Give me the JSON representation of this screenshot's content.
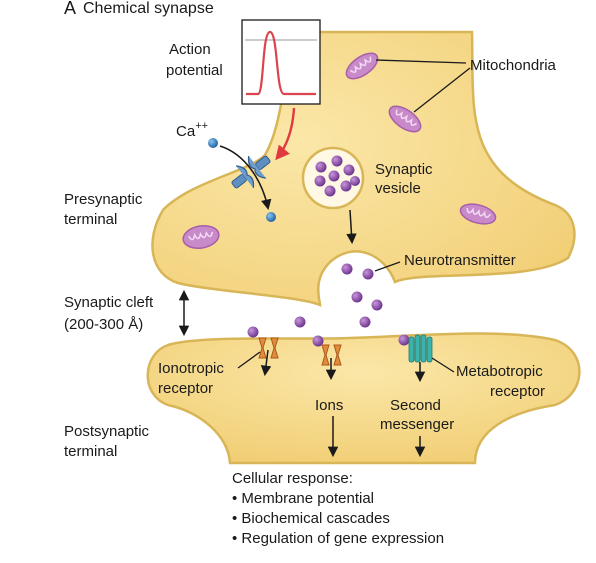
{
  "figure": {
    "panel_letter": "A",
    "title": "Chemical synapse"
  },
  "labels": {
    "action_potential": [
      "Action",
      "potential"
    ],
    "mitochondria": "Mitochondria",
    "calcium": "Ca",
    "calcium_charge": "++",
    "synaptic_vesicle": [
      "Synaptic",
      "vesicle"
    ],
    "presynaptic_terminal": [
      "Presynaptic",
      "terminal"
    ],
    "neurotransmitter": "Neurotransmitter",
    "synaptic_cleft": [
      "Synaptic cleft",
      "(200-300 Å)"
    ],
    "ionotropic_receptor": [
      "Ionotropic",
      "receptor"
    ],
    "ions": "Ions",
    "second_messenger": [
      "Second",
      "messenger"
    ],
    "metabotropic_receptor": [
      "Metabotropic",
      "receptor"
    ],
    "postsynaptic_terminal": [
      "Postsynaptic",
      "terminal"
    ]
  },
  "cellular_response": {
    "heading": "Cellular response:",
    "items": [
      "• Membrane potential",
      "• Biochemical cascades",
      "• Regulation of gene expression"
    ]
  },
  "colors": {
    "cytoplasm": "#f8dc8c",
    "membrane": "#d8b556",
    "mitochondria": "#c98ac9",
    "neurotransmitter": "#8c50a8",
    "calcium_ion": "#2a7cc4",
    "ion_channel": "#5f8fc0",
    "ionotropic": "#e28b3a",
    "metabotropic": "#3ab3ad",
    "action_potential_trace": "#d9444f",
    "arrow_red": "#e03a3e"
  }
}
